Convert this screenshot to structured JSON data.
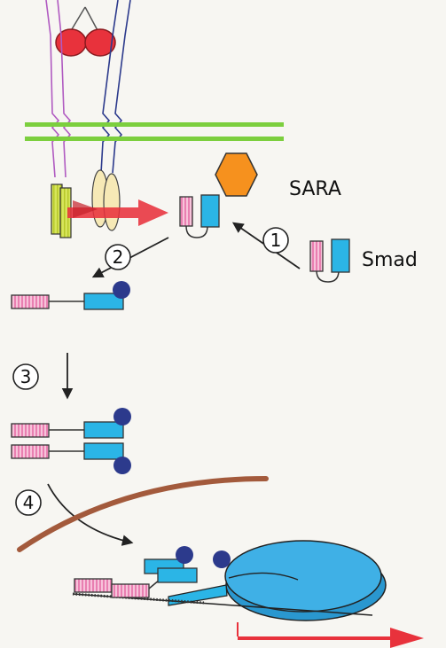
{
  "labels": {
    "sara": "SARA",
    "smad": "Smad"
  },
  "steps": [
    {
      "number": "1"
    },
    {
      "number": "2"
    },
    {
      "number": "3"
    },
    {
      "number": "4"
    }
  ],
  "colors": {
    "membrane": "#7ccf3e",
    "ligand": "#e8323c",
    "receptor_yellow": "#cddc39",
    "receptor_cream": "#f6e9b6",
    "smad_pink": "#f2a9c9",
    "smad_blue": "#2bb5e6",
    "sara": "#f6911e",
    "phosphate": "#2c3a8c",
    "arrow_red": "#e8323c",
    "nuclear_envelope": "#a35a3c",
    "dna": "#3b9bd6"
  }
}
